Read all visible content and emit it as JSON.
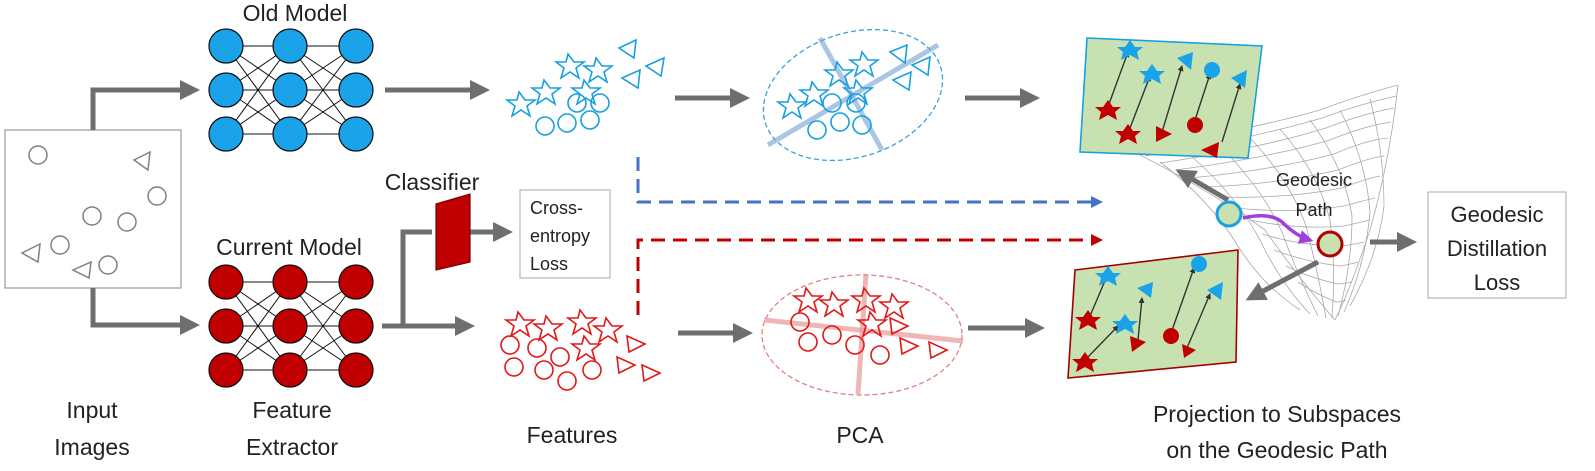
{
  "labels": {
    "old_model": "Old Model",
    "current_model": "Current Model",
    "classifier": "Classifier",
    "cross_entropy_1": "Cross-",
    "cross_entropy_2": "entropy",
    "cross_entropy_3": "Loss",
    "geodesic_path_1": "Geodesic",
    "geodesic_path_2": "Path",
    "distill_1": "Geodesic",
    "distill_2": "Distillation",
    "distill_3": "Loss",
    "input_1": "Input",
    "input_2": "Images",
    "feature_1": "Feature",
    "feature_2": "Extractor",
    "features": "Features",
    "pca": "PCA",
    "projection_1": "Projection to Subspaces",
    "projection_2": "on the Geodesic Path"
  },
  "colors": {
    "old": "#1aa3e8",
    "old_outline": "#18a0e0",
    "current": "#c00000",
    "current_outline": "#e03030",
    "arrow": "#6e6e6e",
    "dash_blue": "#4472c4",
    "dash_red": "#c00000",
    "plane_fill": "#c7e2b0",
    "geodesic": "#a040e0"
  }
}
